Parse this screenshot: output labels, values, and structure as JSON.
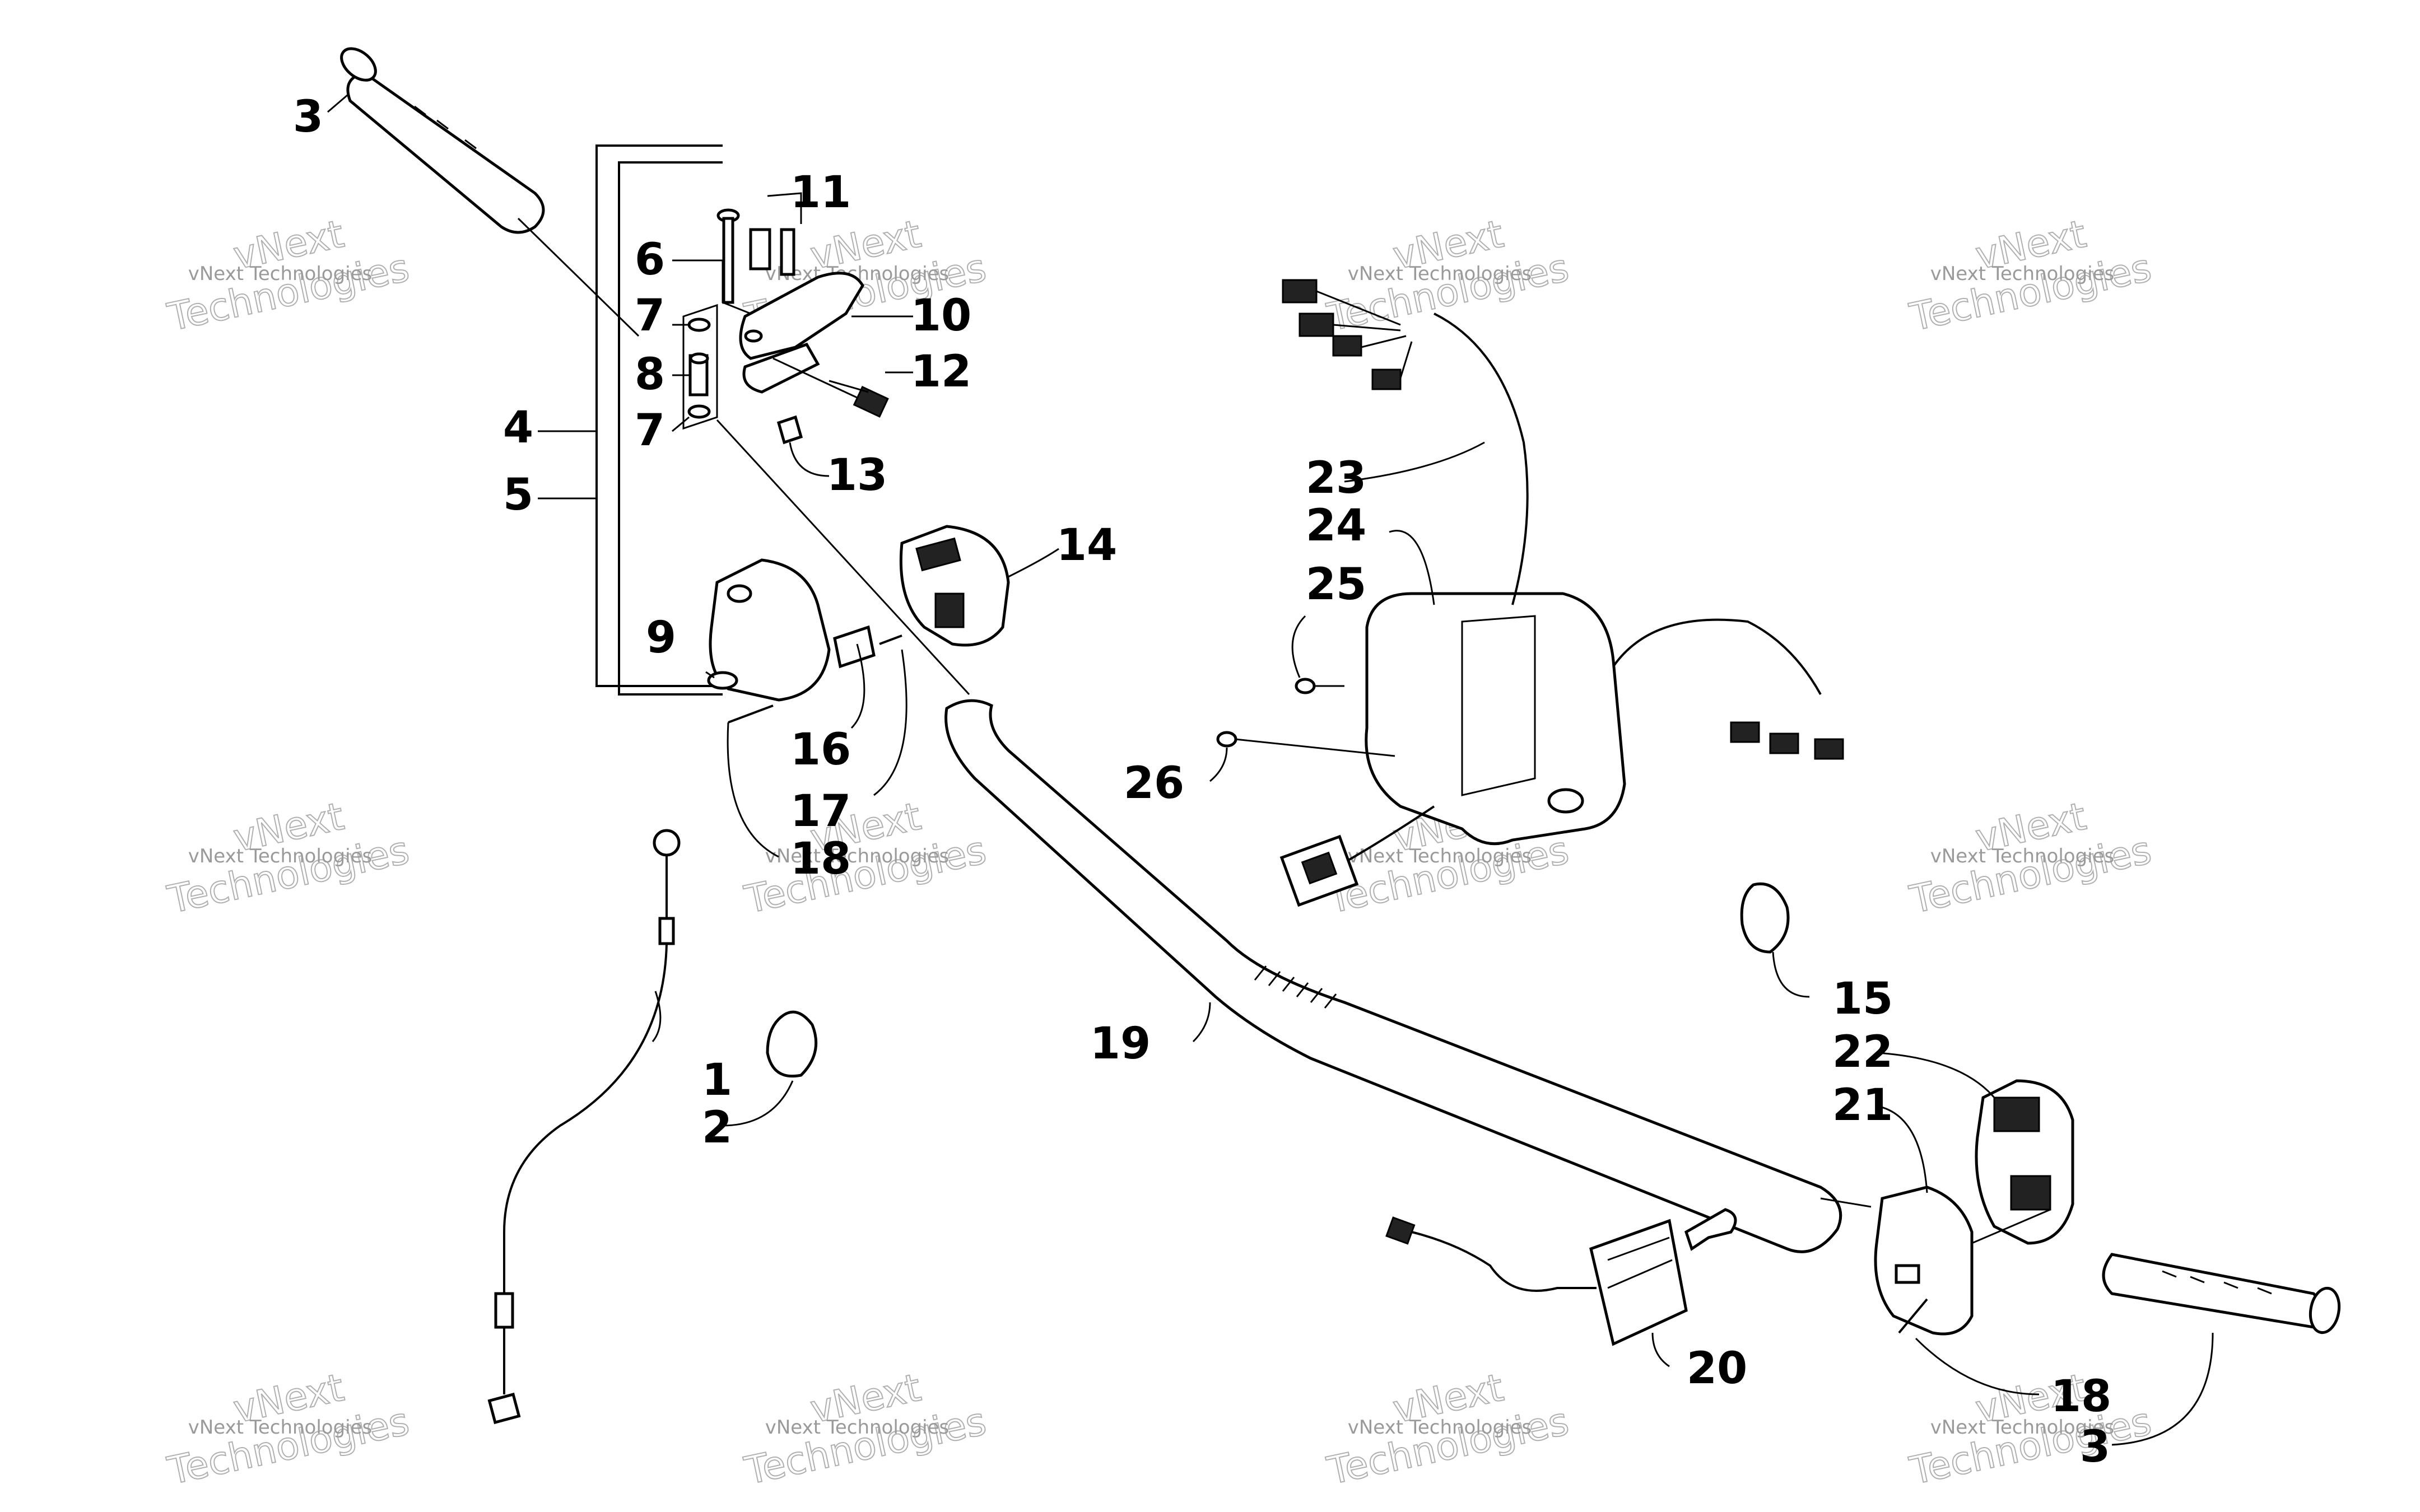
{
  "callouts": [
    {
      "id": "c3a",
      "text": "3"
    },
    {
      "id": "c11",
      "text": "11"
    },
    {
      "id": "c6",
      "text": "6"
    },
    {
      "id": "c10",
      "text": "10"
    },
    {
      "id": "c7a",
      "text": "7"
    },
    {
      "id": "c8",
      "text": "8"
    },
    {
      "id": "c12",
      "text": "12"
    },
    {
      "id": "c4",
      "text": "4"
    },
    {
      "id": "c7b",
      "text": "7"
    },
    {
      "id": "c13",
      "text": "13"
    },
    {
      "id": "c5",
      "text": "5"
    },
    {
      "id": "c14",
      "text": "14"
    },
    {
      "id": "c9",
      "text": "9"
    },
    {
      "id": "c16",
      "text": "16"
    },
    {
      "id": "c17",
      "text": "17"
    },
    {
      "id": "c18a",
      "text": "18"
    },
    {
      "id": "c23",
      "text": "23"
    },
    {
      "id": "c24",
      "text": "24"
    },
    {
      "id": "c25",
      "text": "25"
    },
    {
      "id": "c26",
      "text": "26"
    },
    {
      "id": "c15",
      "text": "15"
    },
    {
      "id": "c19",
      "text": "19"
    },
    {
      "id": "c22",
      "text": "22"
    },
    {
      "id": "c21",
      "text": "21"
    },
    {
      "id": "c1",
      "text": "1"
    },
    {
      "id": "c2",
      "text": "2"
    },
    {
      "id": "c20",
      "text": "20"
    },
    {
      "id": "c18b",
      "text": "18"
    },
    {
      "id": "c3b",
      "text": "3"
    }
  ],
  "watermark": {
    "small": "vNext Technologies",
    "big_top": "vNext",
    "big_bottom": "Technologies"
  }
}
